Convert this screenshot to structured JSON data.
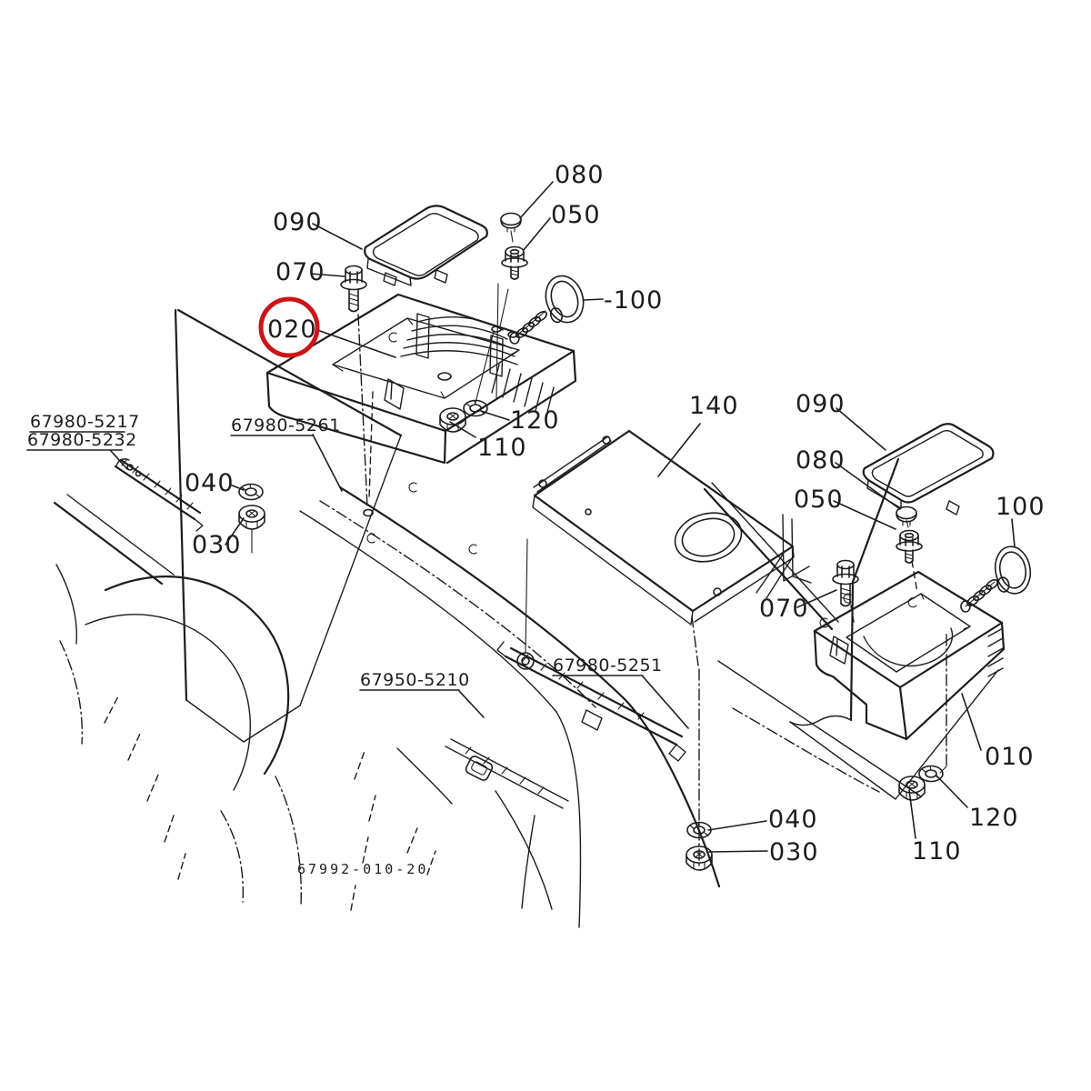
{
  "colors": {
    "ink": "#1d1d1d",
    "highlight_red": "#c9151a",
    "paper": "#ffffff"
  },
  "callouts": {
    "left_console": {
      "cover": "090",
      "bolt": "070",
      "console_highlighted": "020",
      "cap": "080",
      "screw": "050",
      "knob": "-100",
      "washer": "120",
      "nut": "110"
    },
    "right_console": {
      "cover": "090",
      "cap": "080",
      "screw": "050",
      "knob": "100",
      "bolt": "070",
      "console": "010",
      "washer": "120",
      "nut": "110"
    },
    "center_panel": {
      "panel": "140"
    },
    "left_fender": {
      "washer": "040",
      "nut": "030"
    },
    "bottom_fender": {
      "washer": "040",
      "nut": "030"
    }
  },
  "part_numbers": {
    "left_bracket_upper": "67980-5217",
    "left_bracket_lower": "67980-5232",
    "shield_panel": "67980-5261",
    "center_rail": "67950-5210",
    "right_panel": "67980-5251"
  },
  "drawing_number": "67992-010-20"
}
